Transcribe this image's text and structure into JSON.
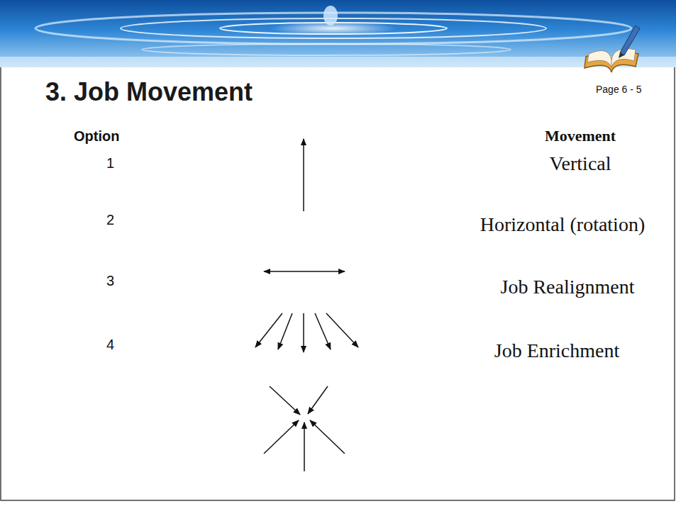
{
  "diagram": {
    "title": "3. Job Movement",
    "labels": [
      "Page 6 - 5",
      "Option",
      "Movement",
      "1",
      "Vertical",
      "2",
      "Horizontal (rotation)",
      "3",
      "Job Realignment",
      "4",
      "Job Enrichment"
    ]
  }
}
